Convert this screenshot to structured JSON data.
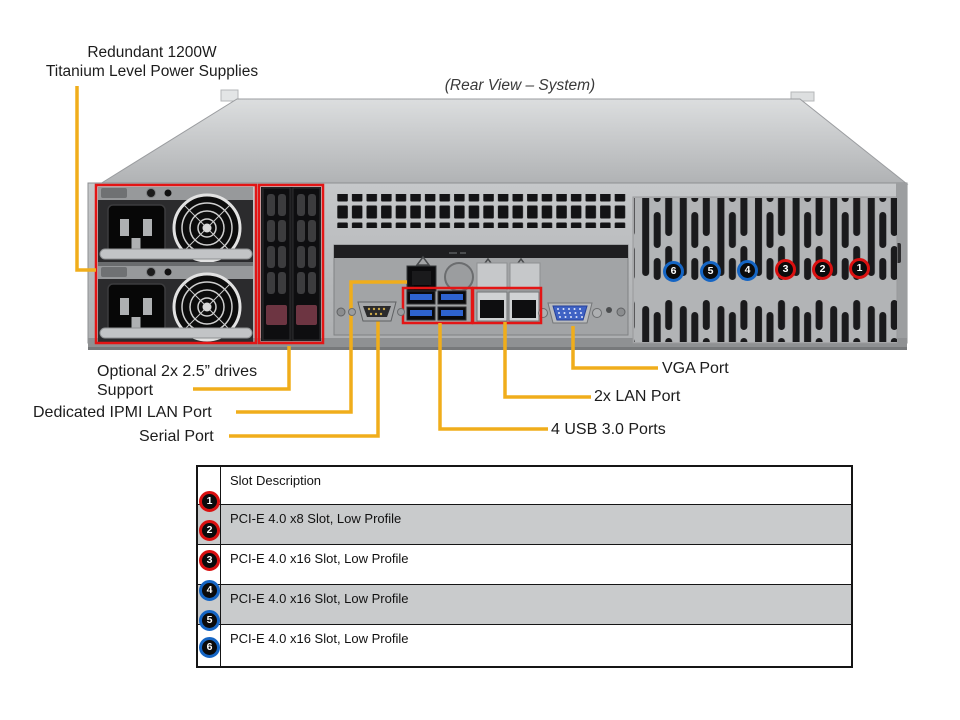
{
  "title": "(Rear View – System)",
  "callouts": {
    "psu": {
      "line1": "Redundant 1200W",
      "line2": "Titanium Level Power Supplies"
    },
    "drives": {
      "line1": "Optional 2x 2.5” drives",
      "line2": "Support"
    },
    "ipmi": "Dedicated IPMI LAN Port",
    "serial": "Serial Port",
    "usb": "4 USB 3.0 Ports",
    "lan": "2x LAN Port",
    "vga": "VGA Port"
  },
  "rear_slot_badges": [
    {
      "n": "6",
      "color": "blue"
    },
    {
      "n": "5",
      "color": "blue"
    },
    {
      "n": "4",
      "color": "blue"
    },
    {
      "n": "3",
      "color": "red"
    },
    {
      "n": "2",
      "color": "red"
    },
    {
      "n": "1",
      "color": "red"
    }
  ],
  "table": {
    "header": "Slot Description",
    "rows": [
      {
        "desc": "PCI-E 4.0 x8 Slot, Low Profile"
      },
      {
        "desc": "PCI-E 4.0 x16 Slot, Low Profile"
      },
      {
        "desc": "PCI-E 4.0 x16 Slot, Low Profile"
      },
      {
        "desc": "PCI-E 4.0 x16 Slot, Low Profile"
      }
    ],
    "badges": [
      {
        "n": "1",
        "color": "red"
      },
      {
        "n": "2",
        "color": "red"
      },
      {
        "n": "3",
        "color": "red"
      },
      {
        "n": "4",
        "color": "blue"
      },
      {
        "n": "5",
        "color": "blue"
      },
      {
        "n": "6",
        "color": "blue"
      }
    ]
  },
  "colors": {
    "highlight_box_red": "#e31515",
    "callout_line_yellow": "#f0ad1b",
    "badge_red_ring": "#da1010",
    "badge_blue_ring": "#1565c4",
    "table_row_gray": "#c9cbcc"
  }
}
